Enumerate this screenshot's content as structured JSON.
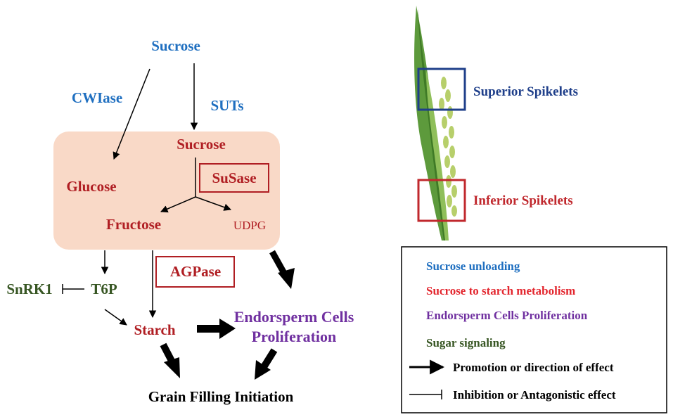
{
  "diagram": {
    "sucrose_source": "Sucrose",
    "cwiase": "CWIase",
    "suts": "SUTs",
    "sucrose_cell": "Sucrose",
    "susase": "SuSase",
    "glucose": "Glucose",
    "fructose": "Fructose",
    "udpg": "UDPG",
    "agpase": "AGPase",
    "snrk1": "SnRK1",
    "t6p": "T6P",
    "starch": "Starch",
    "endosperm_line1": "Endorsperm Cells",
    "endosperm_line2": "Proliferation",
    "grain_filling": "Grain Filling Initiation"
  },
  "plant": {
    "superior": "Superior Spikelets",
    "inferior": "Inferior Spikelets"
  },
  "legend": {
    "sucrose_unloading": "Sucrose unloading",
    "metabolism": "Sucrose to starch metabolism",
    "proliferation": "Endorsperm Cells Proliferation",
    "signaling": "Sugar signaling",
    "promotion": "Promotion or direction of effect",
    "inhibition": "Inhibition or Antagonistic effect"
  },
  "colors": {
    "unloading": "#1f6fc0",
    "metabolism": "#b01e23",
    "proliferation": "#7030a0",
    "signaling": "#375623",
    "cell_box": "#f9d9c7"
  }
}
